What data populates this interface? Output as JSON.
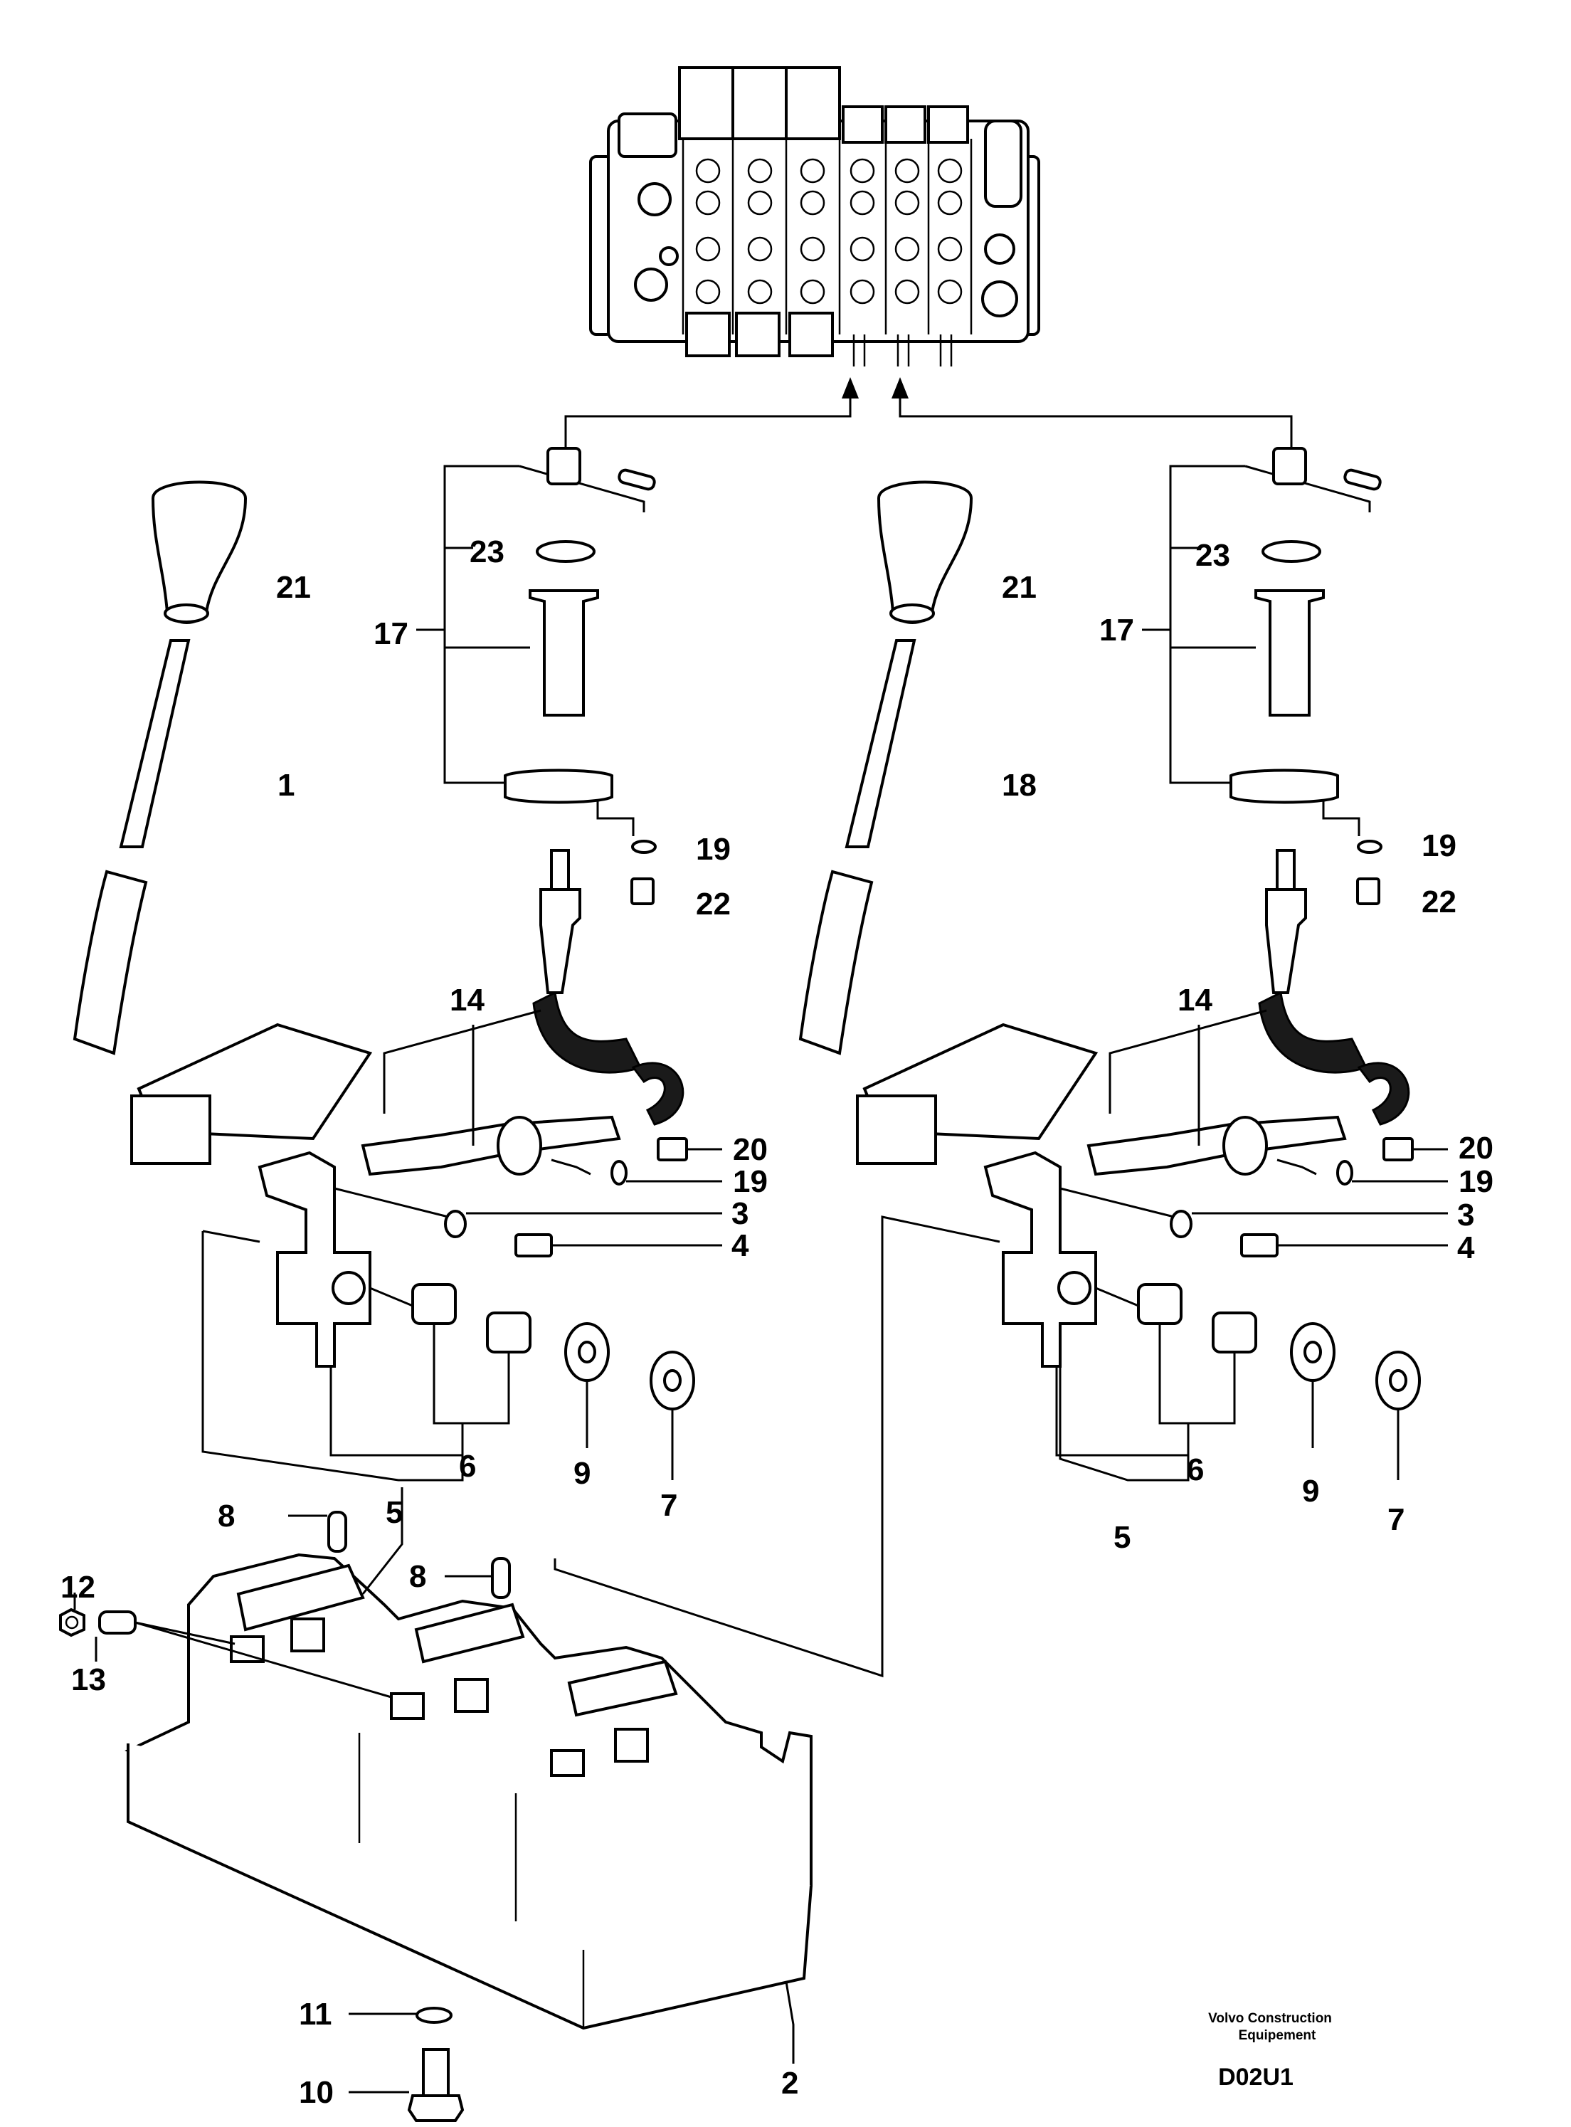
{
  "callouts": {
    "left": {
      "c21": "21",
      "c23": "23",
      "c17": "17",
      "c1": "1",
      "c19a": "19",
      "c22": "22",
      "c14": "14",
      "c20": "20",
      "c19b": "19",
      "c3": "3",
      "c4": "4",
      "c6": "6",
      "c9": "9",
      "c7": "7",
      "c5": "5",
      "c8a": "8",
      "c8b": "8"
    },
    "right": {
      "c21": "21",
      "c23": "23",
      "c17": "17",
      "c18": "18",
      "c19a": "19",
      "c22": "22",
      "c14": "14",
      "c20": "20",
      "c19b": "19",
      "c3": "3",
      "c4": "4",
      "c6": "6",
      "c9": "9",
      "c7": "7",
      "c5": "5"
    },
    "bottom": {
      "c12": "12",
      "c13": "13",
      "c11": "11",
      "c10": "10",
      "c2": "2"
    }
  },
  "credit": {
    "line1": "Volvo Construction",
    "line2": "Equipement"
  },
  "drawing_code": "D02U1"
}
